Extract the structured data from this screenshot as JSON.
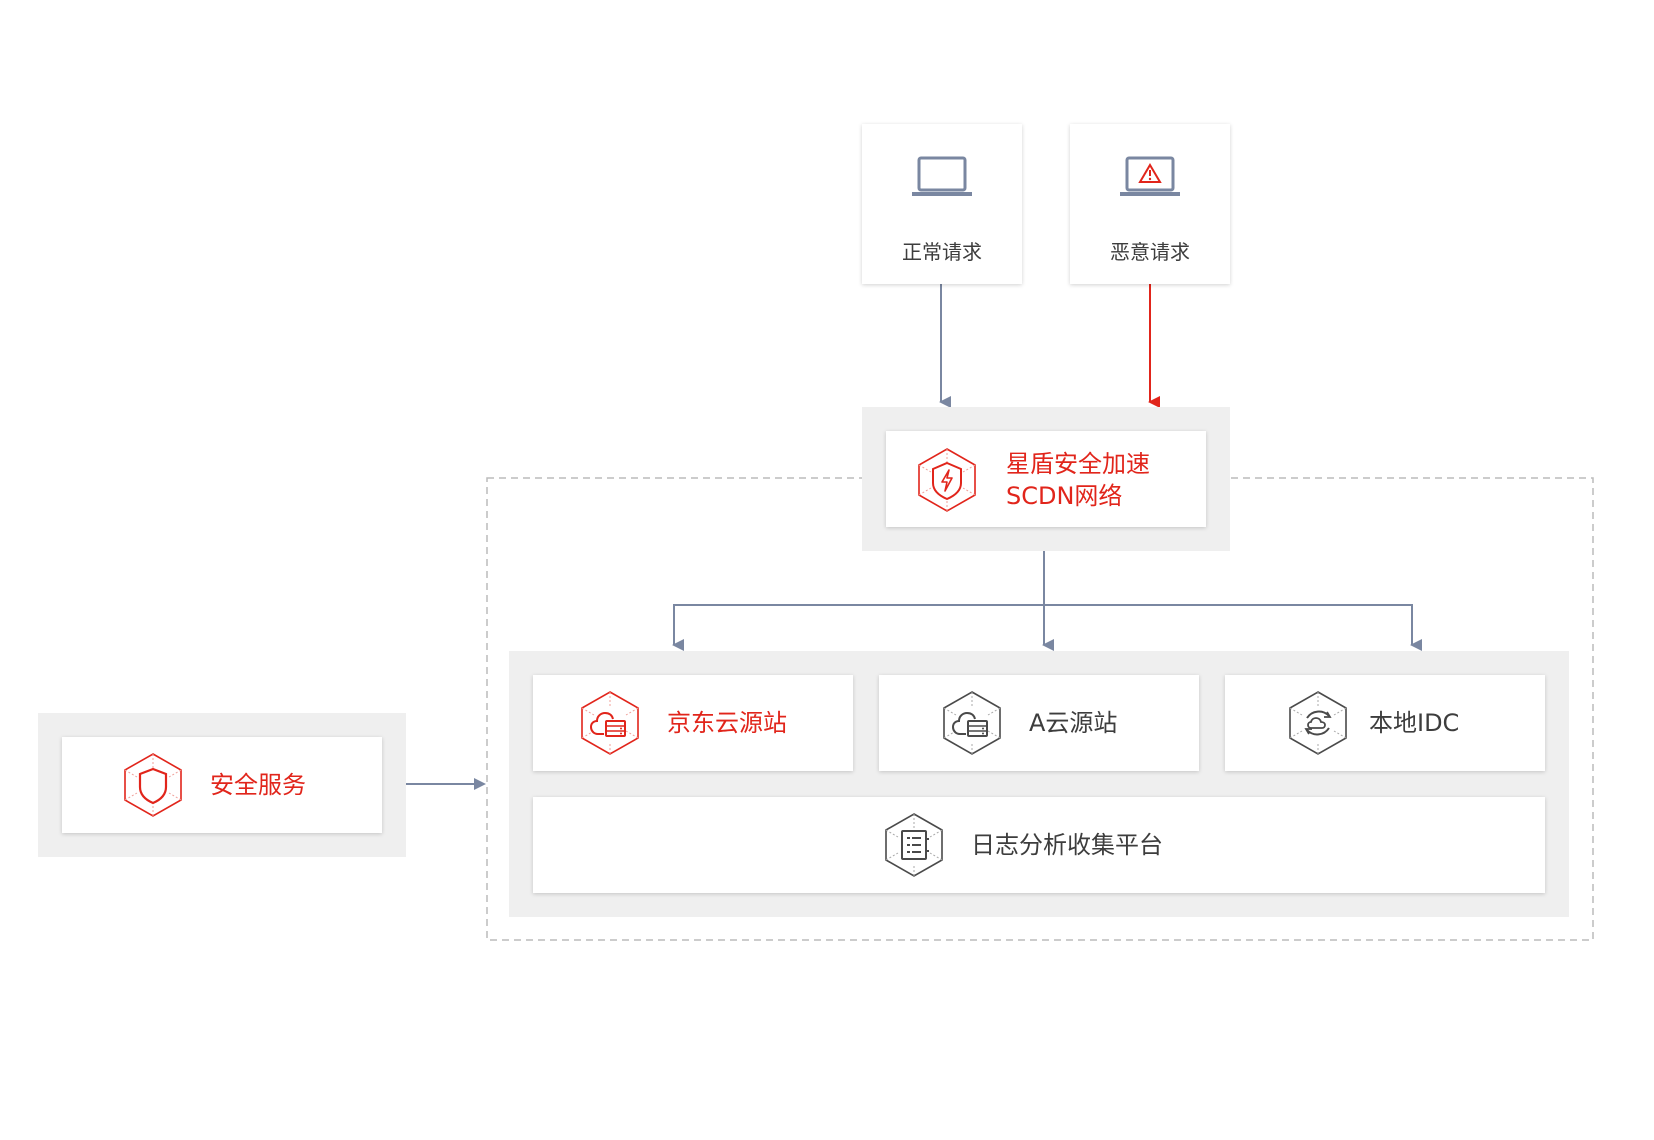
{
  "colors": {
    "accent_red": "#e1251b",
    "line_grey": "#7a87a1",
    "icon_grey": "#4a4a4a",
    "panel_grey": "#efefef",
    "dashed_border": "#bcbcbc"
  },
  "clients": {
    "normal": {
      "label": "正常请求",
      "icon": "laptop-icon"
    },
    "malicious": {
      "label": "恶意请求",
      "icon": "laptop-warning-icon"
    }
  },
  "scdn": {
    "line1": "星盾安全加速",
    "line2": "SCDN网络",
    "icon": "shield-lightning-icon"
  },
  "security_service": {
    "label": "安全服务",
    "icon": "shield-icon"
  },
  "origins": [
    {
      "label": "京东云源站",
      "icon": "cloud-server-icon",
      "color": "#e1251b"
    },
    {
      "label": "A云源站",
      "icon": "cloud-server-icon",
      "color": "#3d3d3d"
    },
    {
      "label": "本地IDC",
      "icon": "cloud-sync-icon",
      "color": "#3d3d3d"
    }
  ],
  "log_platform": {
    "label": "日志分析收集平台",
    "icon": "document-icon"
  }
}
